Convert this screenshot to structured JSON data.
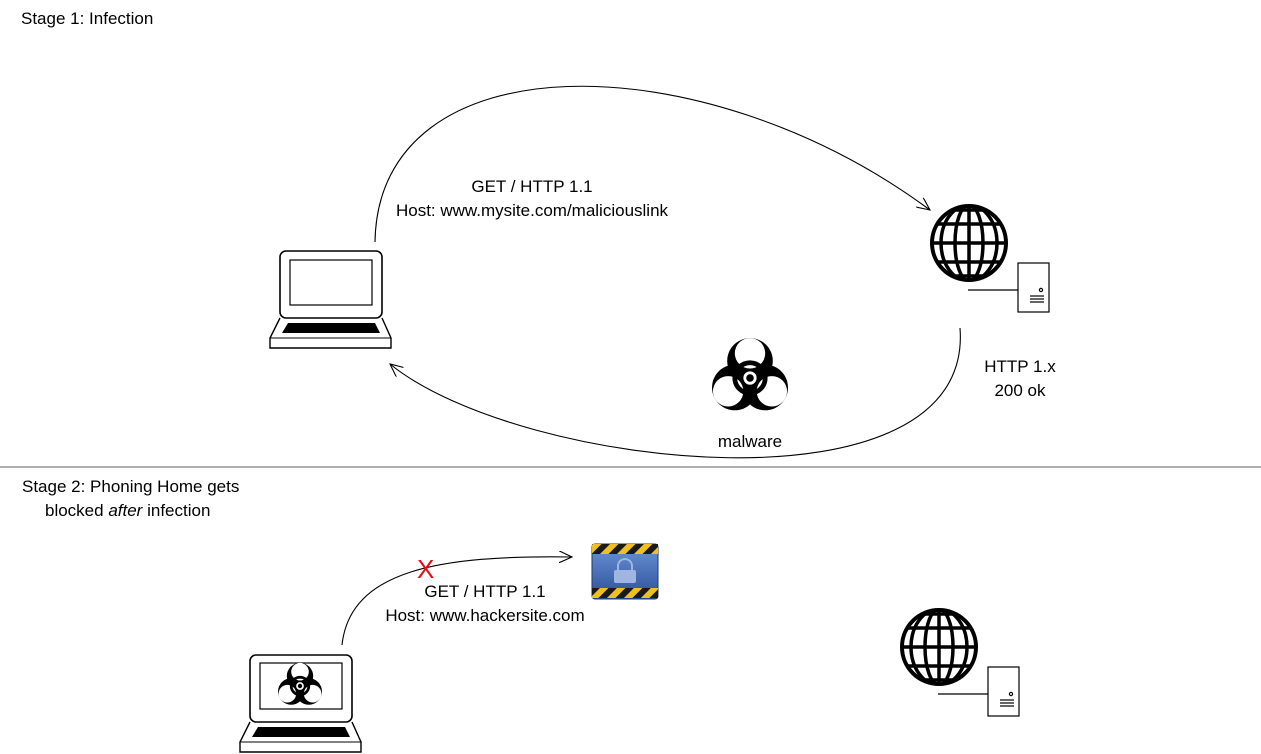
{
  "stage1": {
    "title": "Stage 1: Infection",
    "request_line1": "GET / HTTP 1.1",
    "request_line2": "Host: www.mysite.com/maliciouslink",
    "response_line1": "HTTP 1.x",
    "response_line2": "200 ok",
    "payload_label": "malware"
  },
  "stage2": {
    "title_line1": "Stage 2: Phoning Home gets",
    "title_line2_pre": "blocked ",
    "title_line2_em": "after",
    "title_line2_post": " infection",
    "request_line1": "GET / HTTP 1.1",
    "request_line2": "Host: www.hackersite.com",
    "blocked_mark": "X"
  },
  "colors": {
    "line": "#000000",
    "divider": "#7f7f7f",
    "blocked": "#e01010",
    "firewall_blue": "#3b64b0",
    "firewall_stripe": "#f0c020"
  },
  "icons": [
    "laptop-icon",
    "globe-icon",
    "server-icon",
    "biohazard-icon",
    "firewall-lock-icon",
    "infected-laptop-icon"
  ]
}
